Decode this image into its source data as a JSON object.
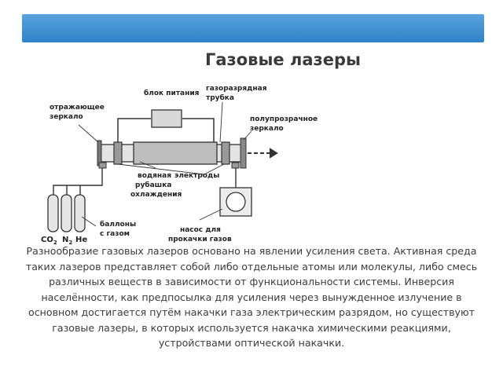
{
  "title": "Газовые лазеры",
  "diagram": {
    "labels": {
      "mirror_reflective_l1": "отражающее",
      "mirror_reflective_l2": "зеркало",
      "power_supply": "блок питания",
      "discharge_tube_l1": "газоразрядная",
      "discharge_tube_l2": "трубка",
      "semi_mirror_l1": "полупрозрачное",
      "semi_mirror_l2": "зеркало",
      "water_jacket_l1": "водяная",
      "water_jacket_l2": "рубашка",
      "water_jacket_l3": "охлаждения",
      "electrodes": "электроды",
      "cylinders_l1": "баллоны",
      "cylinders_l2": "с газом",
      "pump_l1": "насос для",
      "pump_l2": "прокачки газов",
      "gas_co2": "CO",
      "gas_co2_sub": "2",
      "gas_n2": "N",
      "gas_n2_sub": "2",
      "gas_he": "He"
    }
  },
  "description": "Разнообразие газовых лазеров основано на явлении усиления света. Активная среда таких лазеров представляет собой либо отдельные атомы или молекулы, либо смесь различных веществ в зависимости от функциональности системы. Инверсия населённости, как предпосылка для усиления через вынужденное излучение в основном достигается путём накачки газа электрическим разрядом, но существуют газовые лазеры, в которых используется накачка химическими реакциями, устройствами оптической накачки."
}
